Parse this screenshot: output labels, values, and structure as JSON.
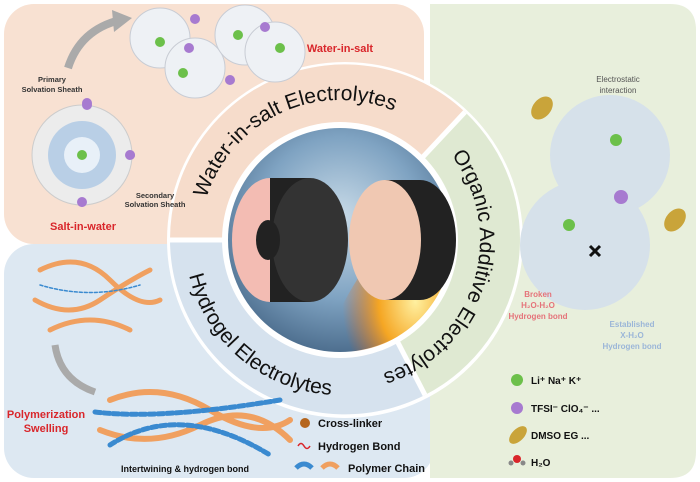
{
  "water_in_salt": {
    "title": "Water-in-salt",
    "primary": "Primary",
    "primary2": "Solvation Sheath",
    "secondary": "Secondary",
    "secondary2": "Solvation Sheath",
    "salt_in_water": "Salt-in-water"
  },
  "ring": {
    "top": "Water-in-salt Electrolytes",
    "right": "Organic Additive Electrolytes",
    "bottom": "Hydrogel Electrolytes"
  },
  "organic": {
    "electrostatic": "Electrostatic",
    "interaction": "interaction",
    "broken1": "Broken",
    "broken2": "H₂O-H₂O",
    "broken3": "Hydrogen bond",
    "est1": "Established",
    "est2": "X-H₂O",
    "est3": "Hydrogen bond",
    "legend": [
      "Li⁺ Na⁺ K⁺",
      "TFSI⁻ ClO₄⁻ ...",
      "DMSO EG ...",
      "H₂O"
    ]
  },
  "hydrogel": {
    "poly1": "Polymerization",
    "poly2": "Swelling",
    "intertwining": "Intertwining & hydrogen bond",
    "legend": [
      "Cross-linker",
      "Hydrogen Bond",
      "Polymer Chain"
    ]
  },
  "colors": {
    "peach": "#f8e1d2",
    "blue": "#dde8f2",
    "green": "#e8efdc",
    "red": "#d9262b",
    "cation": "#6cc04a",
    "anion": "#a77ad0"
  }
}
